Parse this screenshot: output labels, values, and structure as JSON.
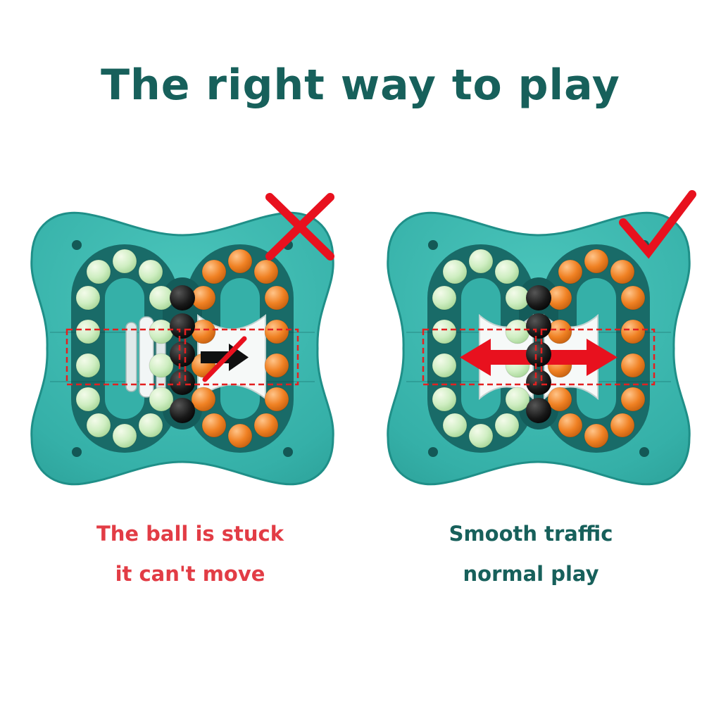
{
  "title": "The right way to play",
  "panels": [
    {
      "id": "wrong-way",
      "mark": "cross",
      "caption_lines": [
        "The ball is stuck",
        "it can't move"
      ]
    },
    {
      "id": "right-way",
      "mark": "check",
      "caption_lines": [
        "Smooth traffic",
        "normal play"
      ]
    }
  ],
  "colors": {
    "title_color": "#17605b",
    "caption_red": "#e23c45",
    "caption_teal": "#17605b",
    "toy_body": "#35b0a8",
    "toy_edge": "#1f8f88",
    "track_dark": "#196b68",
    "bead_green": "#cfeec2",
    "bead_orange": "#f08123",
    "bead_black": "#161616",
    "red": "#e8111e"
  }
}
